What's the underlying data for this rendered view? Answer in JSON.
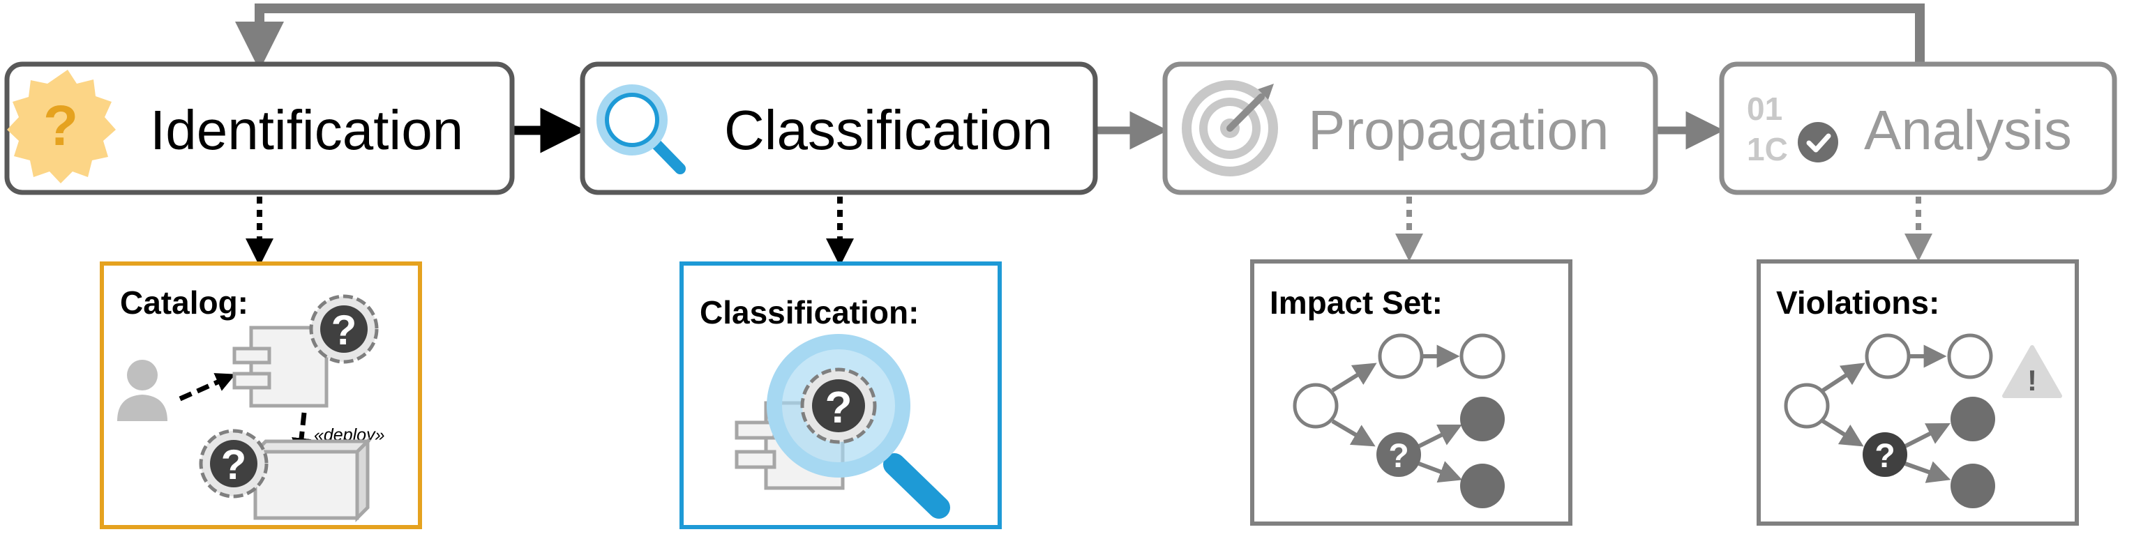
{
  "stages": {
    "identification": {
      "label": "Identification",
      "icon": "question-badge-icon"
    },
    "classification": {
      "label": "Classification",
      "icon": "magnifier-icon"
    },
    "propagation": {
      "label": "Propagation",
      "icon": "target-arrow-icon"
    },
    "analysis": {
      "label": "Analysis",
      "icon": "binary-check-icon"
    }
  },
  "cards": {
    "catalog": {
      "title": "Catalog:",
      "deploy_label": "«deploy»"
    },
    "classification": {
      "title": "Classification:"
    },
    "impact_set": {
      "title": "Impact Set:"
    },
    "violations": {
      "title": "Violations:"
    }
  },
  "glyphs": {
    "question": "?",
    "check": "✓",
    "warning": "!",
    "bits_top": "01",
    "bits_bottom": "1C"
  },
  "colors": {
    "active_border": "#595959",
    "inactive_border": "#8c8c8c",
    "inactive_text": "#9a9a9a",
    "catalog_border": "#e5a21f",
    "classification_border": "#1e9ad6",
    "question_badge": "#fcd586",
    "question_mark": "#e5a21f",
    "magnifier": "#1e9ad6",
    "magnifier_light": "#a6d8f2",
    "node_fill": "#6e6e6e"
  }
}
